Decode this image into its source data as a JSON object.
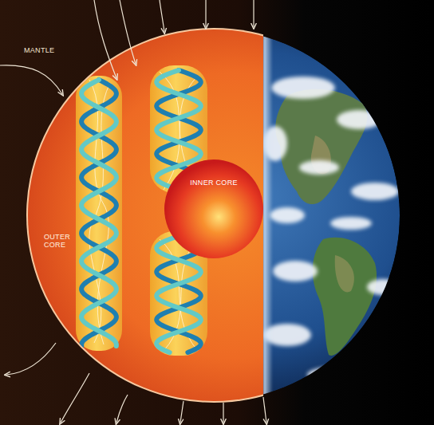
{
  "diagram": {
    "nodes": [
      {
        "text": [
          "OUTER CORE"
        ]
      },
      {
        "text": [
          "INNER CORE"
        ],
        "in": 0
      }
    ],
    "labels": [
      "MANTLE"
    ]
  }
}
